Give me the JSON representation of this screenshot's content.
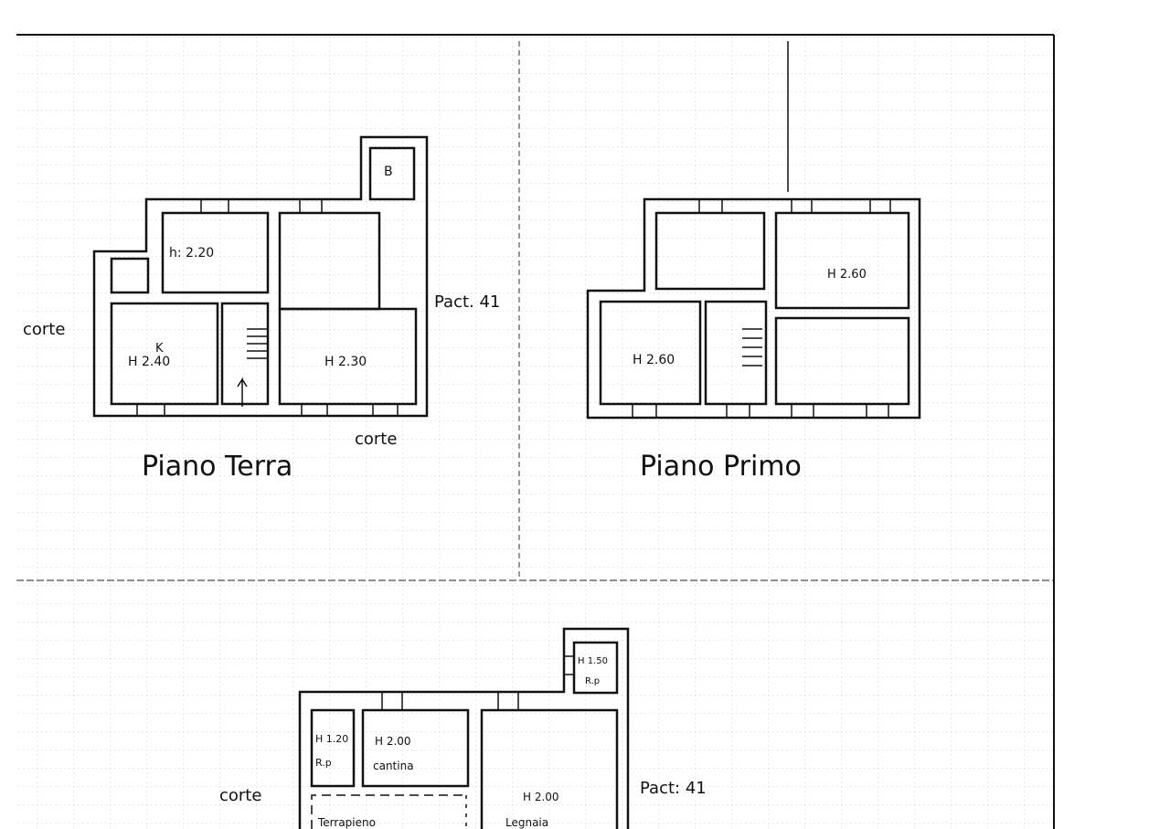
{
  "ground_floor": {
    "title": "Piano Terra",
    "rooms": [
      {
        "label": "h: 2.20"
      },
      {
        "label": ""
      },
      {
        "label": "K",
        "height": "H 2.40"
      },
      {
        "label": "H 2.30"
      },
      {
        "label": "B"
      }
    ],
    "corte_left": "corte",
    "corte_bottom": "corte",
    "parcel": "Pact. 41"
  },
  "first_floor": {
    "title": "Piano Primo",
    "rooms": [
      {
        "label": "H 2.60"
      },
      {
        "label": "H 2.60"
      }
    ]
  },
  "basement": {
    "rooms": [
      {
        "height": "H 1.20",
        "label": "R.p"
      },
      {
        "height": "H 2.00",
        "label": "cantina"
      },
      {
        "height": "H 2.00",
        "label": "Legnaia"
      },
      {
        "height": "H 1.50",
        "label": "R.p"
      }
    ],
    "fill": "Terrapieno",
    "corte": "corte",
    "parcel": "Pact: 41"
  }
}
